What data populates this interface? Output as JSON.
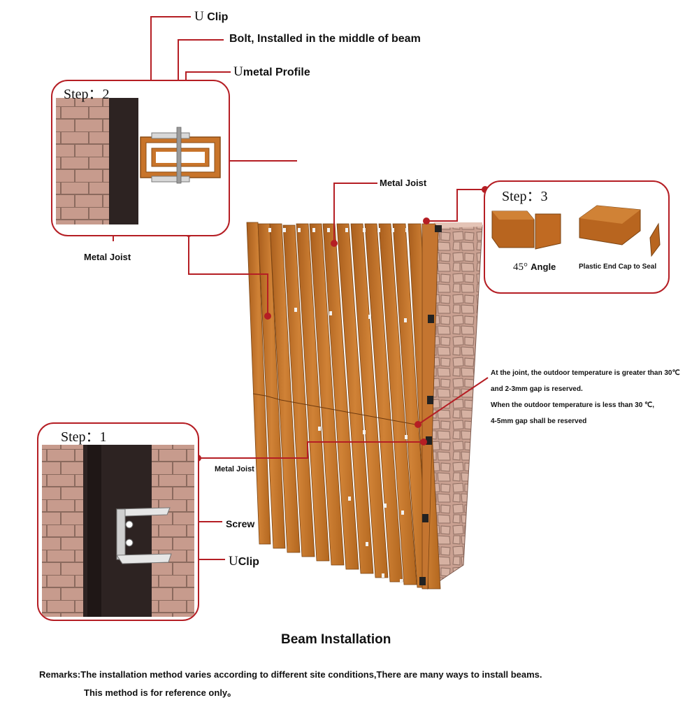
{
  "callouts": {
    "u_clip_top_letter": "U",
    "u_clip_top": "Clip",
    "bolt": "Bolt, Installed in the middle of beam",
    "u_profile_letter": "U",
    "u_profile": "metal Profile",
    "metal_joist_step2": "Metal Joist",
    "metal_joist_top": "Metal Joist",
    "metal_joist_step1": "Metal Joist",
    "screw": "Screw",
    "u_clip_step1_letter": "U",
    "u_clip_step1": "Clip"
  },
  "steps": {
    "step2": "Step：2",
    "step3": "Step：3",
    "step1": "Step：1"
  },
  "step3": {
    "angle_value": "45°",
    "angle_label": "Angle",
    "end_cap": "Plastic End Cap to Seal"
  },
  "joint_note": {
    "line1": "At the joint, the outdoor temperature is greater than 30℃",
    "line2": "and 2-3mm gap is reserved.",
    "line3": "When the outdoor temperature is less than 30 ℃,",
    "line4": "4-5mm gap shall be reserved"
  },
  "title": "Beam Installation",
  "remarks": {
    "line1": "Remarks:The installation method varies according to different site conditions,There are many ways to install beams.",
    "line2": "This method is for reference only。"
  },
  "colors": {
    "accent": "#b51e24",
    "wood": "#c8742a",
    "wood_dark": "#9a5519",
    "joist": "#2d2322",
    "stone": "#c9a091"
  }
}
